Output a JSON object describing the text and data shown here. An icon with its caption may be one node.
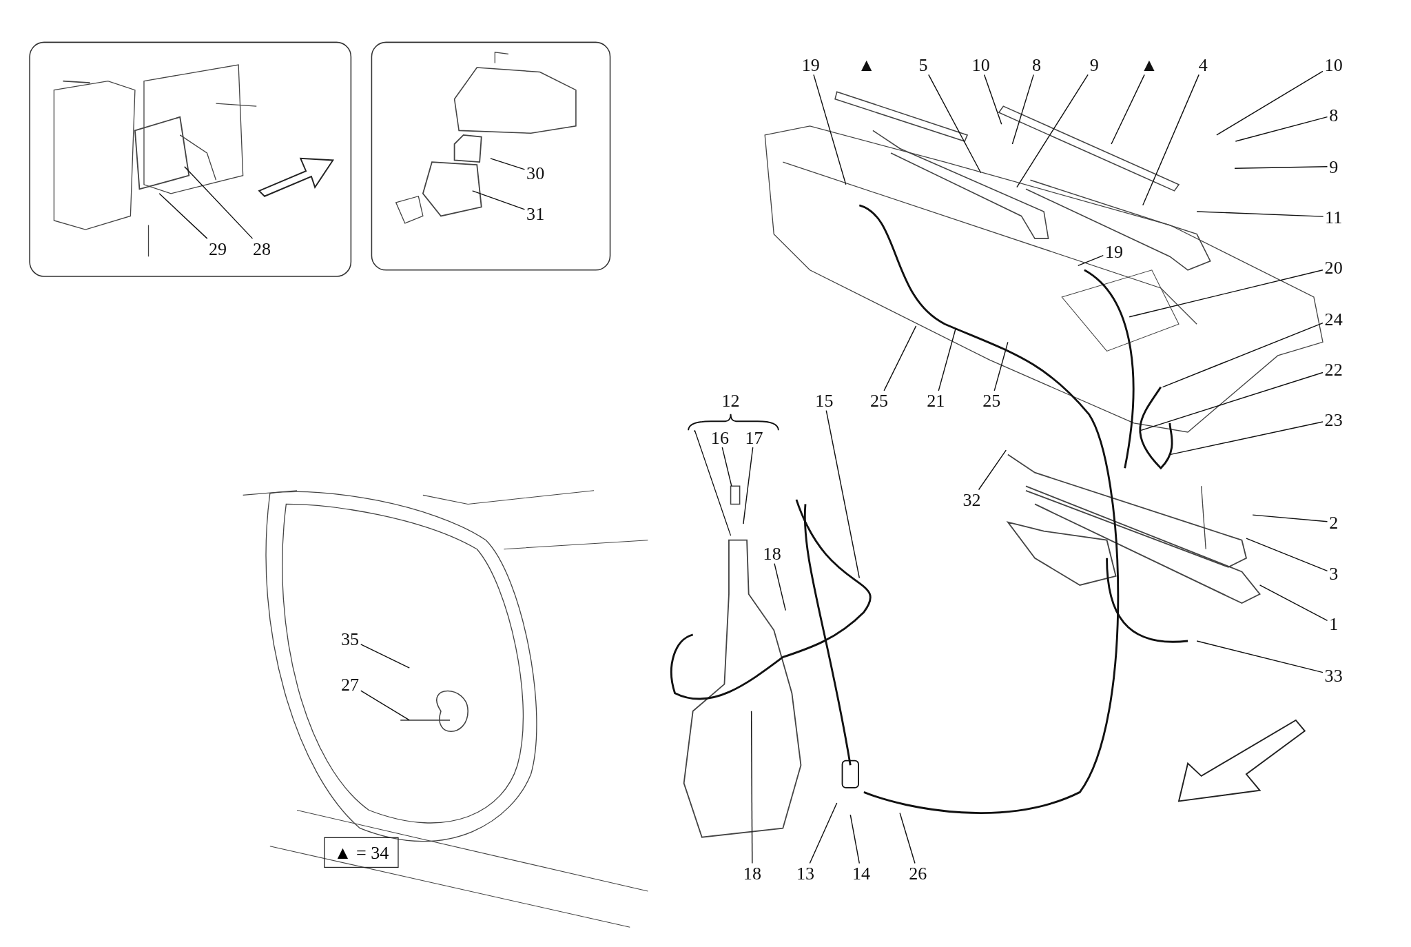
{
  "diagram": {
    "nodes": [
      {
        "text": [
          "29"
        ]
      },
      {
        "text": [
          "28"
        ]
      },
      {
        "text": [
          "30"
        ]
      },
      {
        "text": [
          "31"
        ]
      },
      {
        "text": [
          "19"
        ]
      },
      {
        "text": [
          "5"
        ]
      },
      {
        "text": [
          "10"
        ]
      },
      {
        "text": [
          "8"
        ]
      },
      {
        "text": [
          "9"
        ]
      },
      {
        "text": [
          "▲"
        ]
      },
      {
        "text": [
          "4"
        ]
      },
      {
        "text": [
          "10"
        ]
      },
      {
        "text": [
          "8"
        ]
      },
      {
        "text": [
          "9"
        ]
      },
      {
        "text": [
          "11"
        ]
      },
      {
        "text": [
          "19"
        ]
      },
      {
        "text": [
          "20"
        ]
      },
      {
        "text": [
          "24"
        ]
      },
      {
        "text": [
          "22"
        ]
      },
      {
        "text": [
          "23"
        ]
      },
      {
        "text": [
          "25"
        ]
      },
      {
        "text": [
          "21"
        ]
      },
      {
        "text": [
          "25"
        ]
      },
      {
        "text": [
          "16"
        ]
      },
      {
        "text": [
          "17"
        ]
      },
      {
        "text": [
          "15"
        ]
      },
      {
        "text": [
          "18"
        ]
      },
      {
        "text": [
          "32"
        ]
      },
      {
        "text": [
          "2"
        ]
      },
      {
        "text": [
          "3"
        ]
      },
      {
        "text": [
          "1"
        ]
      },
      {
        "text": [
          "35"
        ]
      },
      {
        "text": [
          "33"
        ]
      },
      {
        "text": [
          "27"
        ]
      },
      {
        "text": [
          "18"
        ]
      },
      {
        "text": [
          "13"
        ]
      },
      {
        "text": [
          "14"
        ]
      },
      {
        "text": [
          "26"
        ]
      }
    ],
    "edges": [
      {
        "from": 0,
        "to": null,
        "arrow": "none"
      },
      {
        "from": 1,
        "to": null,
        "arrow": "none"
      },
      {
        "from": 2,
        "to": null,
        "arrow": "none"
      },
      {
        "from": 3,
        "to": null,
        "arrow": "none"
      },
      {
        "from": 4,
        "to": null,
        "arrow": "none"
      },
      {
        "from": 5,
        "to": null,
        "arrow": "none"
      },
      {
        "from": 6,
        "to": null,
        "arrow": "none"
      },
      {
        "from": 7,
        "to": null,
        "arrow": "none"
      },
      {
        "from": 8,
        "to": null,
        "arrow": "none"
      },
      {
        "from": 9,
        "to": null,
        "arrow": "none"
      },
      {
        "from": 10,
        "to": null,
        "arrow": "none"
      },
      {
        "from": 11,
        "to": null,
        "arrow": "none"
      },
      {
        "from": 12,
        "to": null,
        "arrow": "none"
      },
      {
        "from": 13,
        "to": null,
        "arrow": "none"
      },
      {
        "from": 14,
        "to": null,
        "arrow": "none"
      },
      {
        "from": 15,
        "to": null,
        "arrow": "none"
      },
      {
        "from": 16,
        "to": null,
        "arrow": "none"
      },
      {
        "from": 17,
        "to": null,
        "arrow": "none"
      },
      {
        "from": 18,
        "to": null,
        "arrow": "none"
      },
      {
        "from": 19,
        "to": null,
        "arrow": "none"
      },
      {
        "from": 20,
        "to": null,
        "arrow": "none"
      },
      {
        "from": 21,
        "to": null,
        "arrow": "none"
      },
      {
        "from": 22,
        "to": null,
        "arrow": "none"
      },
      {
        "from": 23,
        "to": null,
        "arrow": "none"
      },
      {
        "from": 24,
        "to": null,
        "arrow": "none"
      },
      {
        "from": 25,
        "to": null,
        "arrow": "none"
      },
      {
        "from": 26,
        "to": null,
        "arrow": "none"
      },
      {
        "from": 27,
        "to": null,
        "arrow": "none"
      },
      {
        "from": 28,
        "to": null,
        "arrow": "none"
      },
      {
        "from": 29,
        "to": null,
        "arrow": "none"
      },
      {
        "from": 30,
        "to": null,
        "arrow": "none"
      },
      {
        "from": 31,
        "to": null,
        "arrow": "none"
      },
      {
        "from": 32,
        "to": null,
        "arrow": "none"
      },
      {
        "from": 33,
        "to": null,
        "arrow": "none"
      },
      {
        "from": 34,
        "to": null,
        "arrow": "none"
      },
      {
        "from": 35,
        "to": null,
        "arrow": "none"
      },
      {
        "from": 36,
        "to": null,
        "arrow": "none"
      },
      {
        "from": 37,
        "to": null,
        "arrow": "none"
      }
    ],
    "labels": [
      "▲",
      "12",
      "▲ = 34"
    ]
  }
}
